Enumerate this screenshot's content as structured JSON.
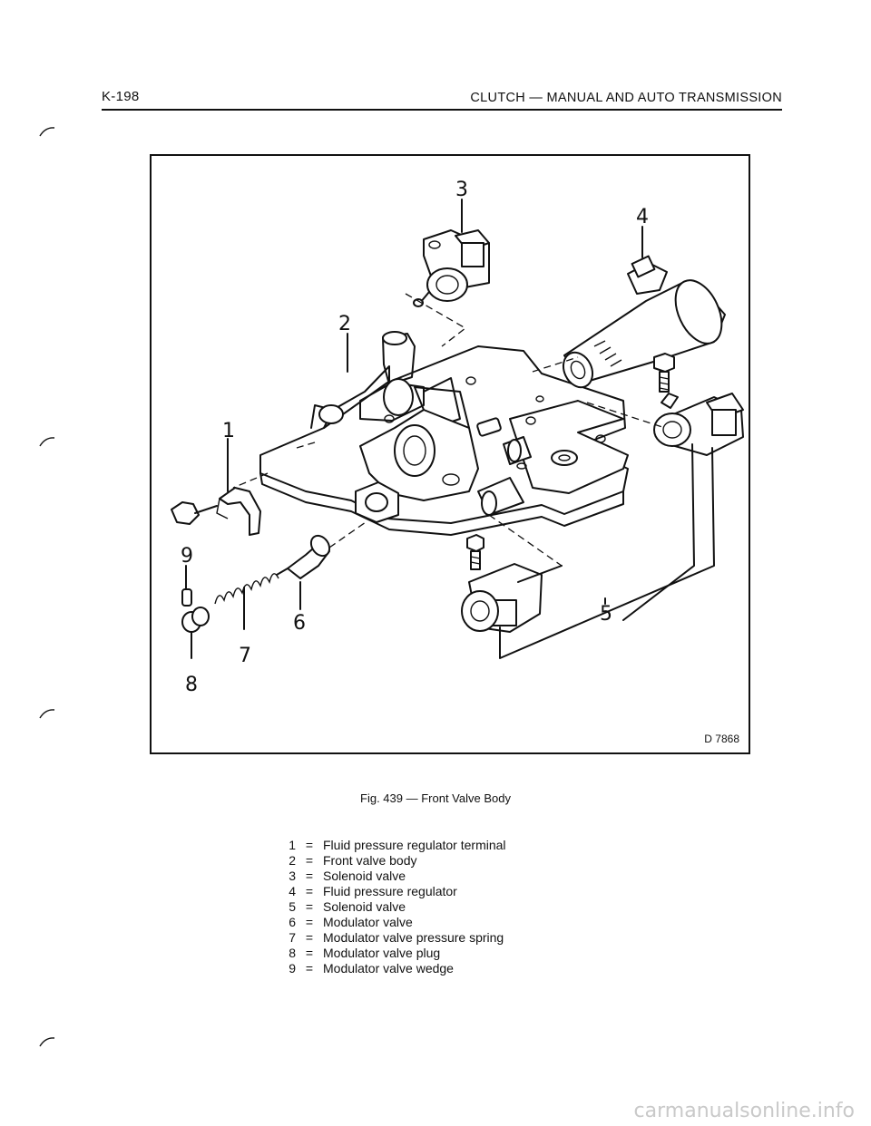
{
  "header": {
    "page_number": "K-198",
    "section_title": "CLUTCH — MANUAL AND AUTO TRANSMISSION"
  },
  "figure": {
    "code": "D 7868",
    "caption": "Fig. 439 — Front Valve Body",
    "callouts": [
      "1",
      "2",
      "3",
      "4",
      "5",
      "6",
      "7",
      "8",
      "9"
    ]
  },
  "legend": [
    {
      "num": "1",
      "eq": "=",
      "text": "Fluid pressure regulator terminal"
    },
    {
      "num": "2",
      "eq": "=",
      "text": "Front valve body"
    },
    {
      "num": "3",
      "eq": "=",
      "text": "Solenoid valve"
    },
    {
      "num": "4",
      "eq": "=",
      "text": "Fluid pressure regulator"
    },
    {
      "num": "5",
      "eq": "=",
      "text": "Solenoid valve"
    },
    {
      "num": "6",
      "eq": "=",
      "text": "Modulator valve"
    },
    {
      "num": "7",
      "eq": "=",
      "text": "Modulator valve pressure spring"
    },
    {
      "num": "8",
      "eq": "=",
      "text": "Modulator valve plug"
    },
    {
      "num": "9",
      "eq": "=",
      "text": "Modulator valve wedge"
    }
  ],
  "watermark": "carmanualsonline.info"
}
